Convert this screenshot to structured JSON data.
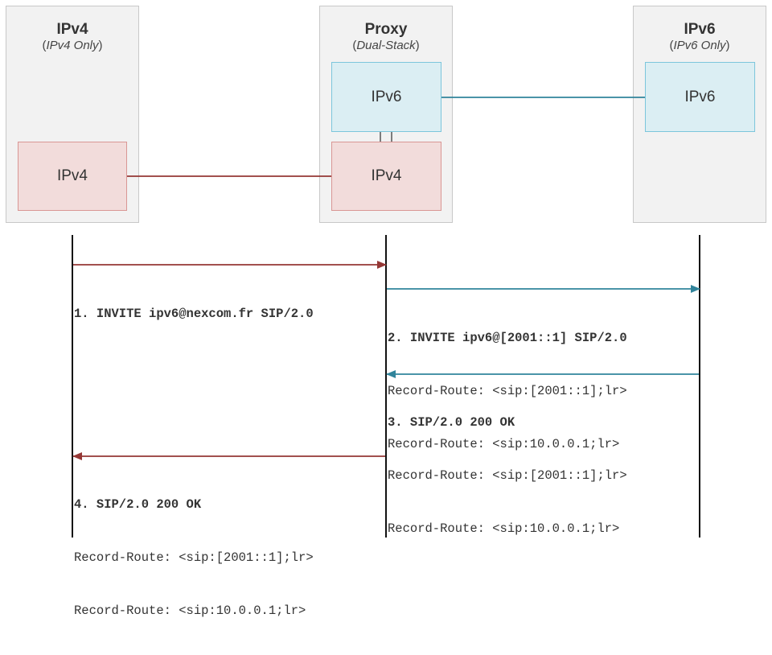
{
  "colors": {
    "ipv4_link": "#953735",
    "ipv6_link": "#31849b",
    "lifeline": "#111111",
    "panel_bg": "#f2f2f2",
    "ipv6_box": "#dbeef3",
    "ipv4_box": "#f2dcdb"
  },
  "panels": {
    "ipv4": {
      "title": "IPv4",
      "subtitle": "IPv4 Only"
    },
    "proxy": {
      "title": "Proxy",
      "subtitle": "Dual-Stack"
    },
    "ipv6": {
      "title": "IPv6",
      "subtitle": "IPv6 Only"
    }
  },
  "nodes": {
    "ipv4_client": "IPv4",
    "proxy_ipv6": "IPv6",
    "proxy_ipv4": "IPv4",
    "ipv6_server": "IPv6"
  },
  "messages": [
    {
      "head": "1. INVITE ipv6@nexcom.fr SIP/2.0",
      "lines": []
    },
    {
      "head": "2. INVITE ipv6@[2001::1] SIP/2.0",
      "lines": [
        "Record-Route: <sip:[2001::1];lr>",
        "Record-Route: <sip:10.0.0.1;lr>"
      ]
    },
    {
      "head": "3. SIP/2.0 200 OK",
      "lines": [
        "Record-Route: <sip:[2001::1];lr>",
        "Record-Route: <sip:10.0.0.1;lr>"
      ]
    },
    {
      "head": "4. SIP/2.0 200 OK",
      "lines": [
        "Record-Route: <sip:[2001::1];lr>",
        "Record-Route: <sip:10.0.0.1;lr>"
      ]
    }
  ]
}
